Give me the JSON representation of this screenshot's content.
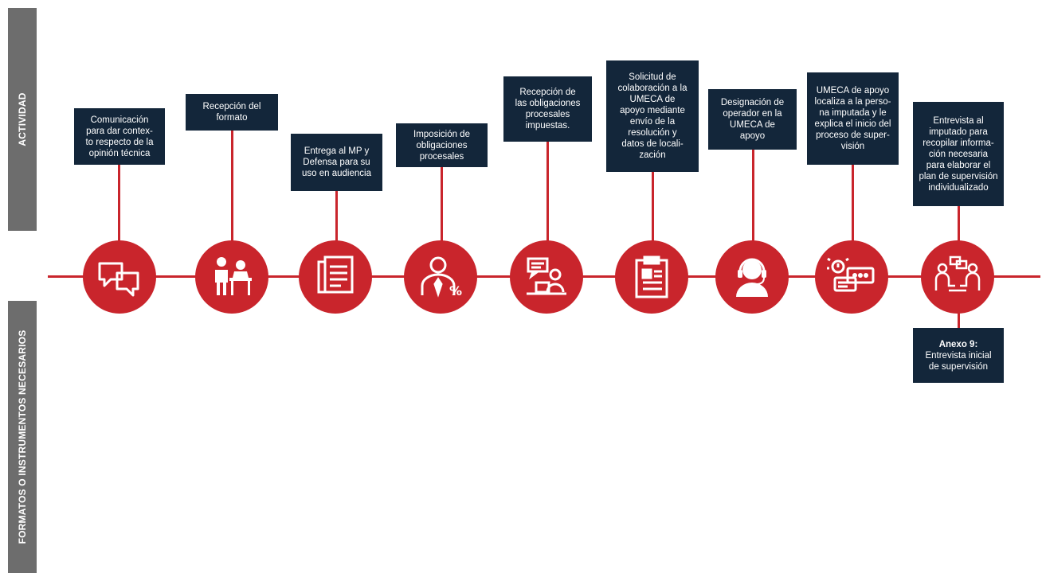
{
  "sidebar": {
    "top_label": "ACTIVIDAD",
    "bottom_label": "FORMATOS O INSTRUMENTOS NECESARIOS"
  },
  "colors": {
    "accent": "#c9252c",
    "box": "#13263a",
    "sidebar": "#6d6d6d"
  },
  "steps": [
    {
      "label": "Comunicación\npara dar contex-\nto respecto de la\nopinión técnica",
      "icon": "speech-bubbles-icon"
    },
    {
      "label": "Recepción del\nformato",
      "icon": "reception-desk-icon"
    },
    {
      "label": "Entrega al MP y\nDefensa para su\nuso en audiencia",
      "icon": "documents-icon"
    },
    {
      "label": "Imposición de\nobligaciones\nprocesales",
      "icon": "judge-icon"
    },
    {
      "label": "Recepción de\nlas obligaciones\nprocesales\nimpuestas.",
      "icon": "person-laptop-icon"
    },
    {
      "label": "Solicitud de\ncolaboración a la\nUMECA de\napoyo mediante\nenvío de la\nresolución y\ndatos de locali-\nzación",
      "icon": "clipboard-icon"
    },
    {
      "label": "Designación de\noperador en la\nUMECA de\napoyo",
      "icon": "operator-headset-icon"
    },
    {
      "label": "UMECA de apoyo\nlocaliza a la perso-\nna imputada y le\nexplica el inicio del\nproceso de super-\nvisión",
      "icon": "chat-alert-icon"
    },
    {
      "label": "Entrevista al\nimputado para\nrecopilar informa-\nción necesaria\npara elaborar el\nplan de supervisión\nindividualizado",
      "icon": "interview-icon"
    }
  ],
  "instrument": {
    "title": "Anexo 9:",
    "text": "Entrevista inicial\nde supervisión"
  }
}
